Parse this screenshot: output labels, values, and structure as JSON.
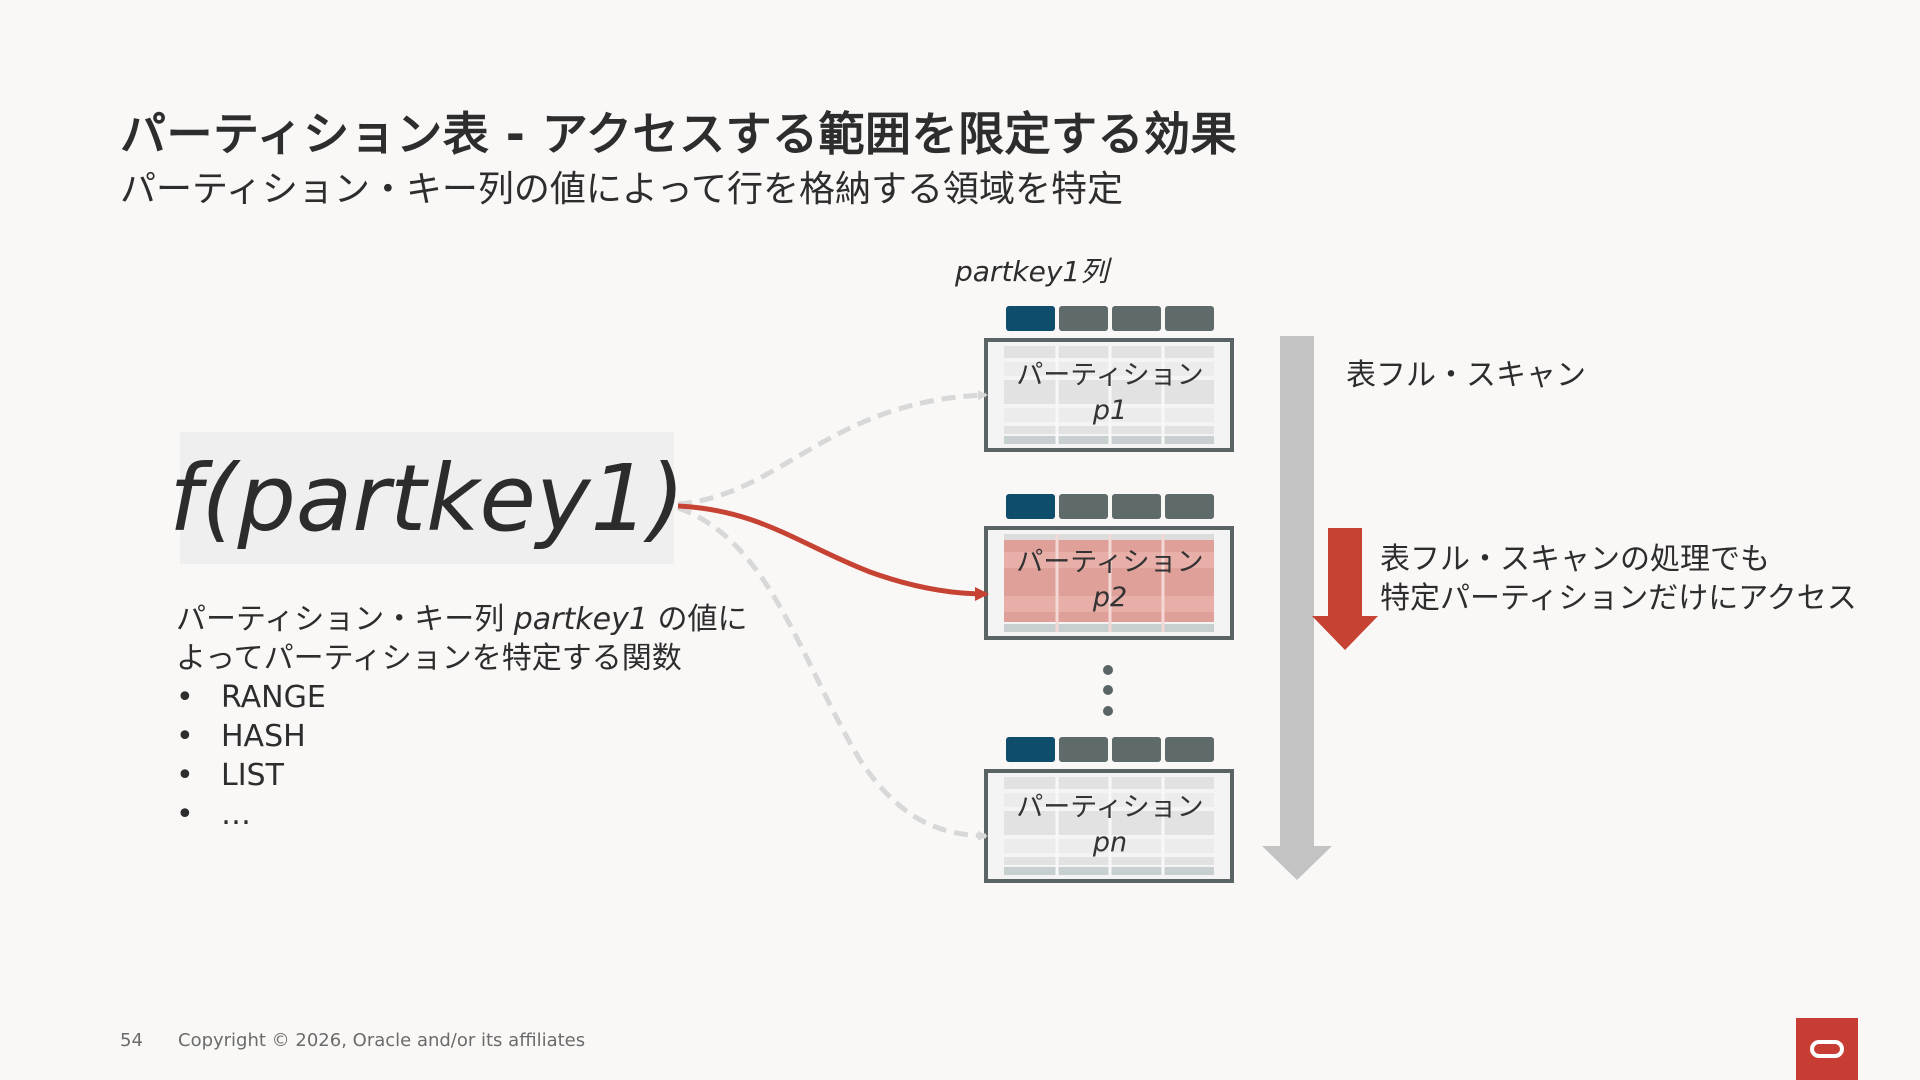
{
  "slide": {
    "title": "パーティション表 - アクセスする範囲を限定する効果",
    "subtitle": "パーティション・キー列の値によって行を格納する領域を特定"
  },
  "function": {
    "expression": "f(partkey1)"
  },
  "description": {
    "line1_pre": "パーティション・キー列 ",
    "line1_key": "partkey1",
    "line1_post": " の値に",
    "line2": "よってパーティションを特定する関数",
    "methods": [
      "RANGE",
      "HASH",
      "LIST",
      "…"
    ]
  },
  "column_label": "partkey1列",
  "partitions": [
    {
      "label": "パーティション",
      "name": "p1",
      "highlighted": false
    },
    {
      "label": "パーティション",
      "name": "p2",
      "highlighted": true
    },
    {
      "label": "パーティション",
      "name": "pn",
      "highlighted": false
    }
  ],
  "full_scan_label": "表フル・スキャン",
  "partition_access_label": {
    "line1": "表フル・スキャンの処理でも",
    "line2": "特定パーティションだけにアクセス"
  },
  "footer": {
    "page_number": "54",
    "copyright": "Copyright © 2026, Oracle and/or its affiliates"
  },
  "colors": {
    "accent_red": "#c64232",
    "key_column": "#0e4d6c",
    "column_header": "#5f6a6a",
    "partition_border": "#5a6464",
    "highlight_fill": "#e0a09a",
    "scan_arrow": "#c3c3c3",
    "dashed_arrow": "#d8d8d8"
  }
}
